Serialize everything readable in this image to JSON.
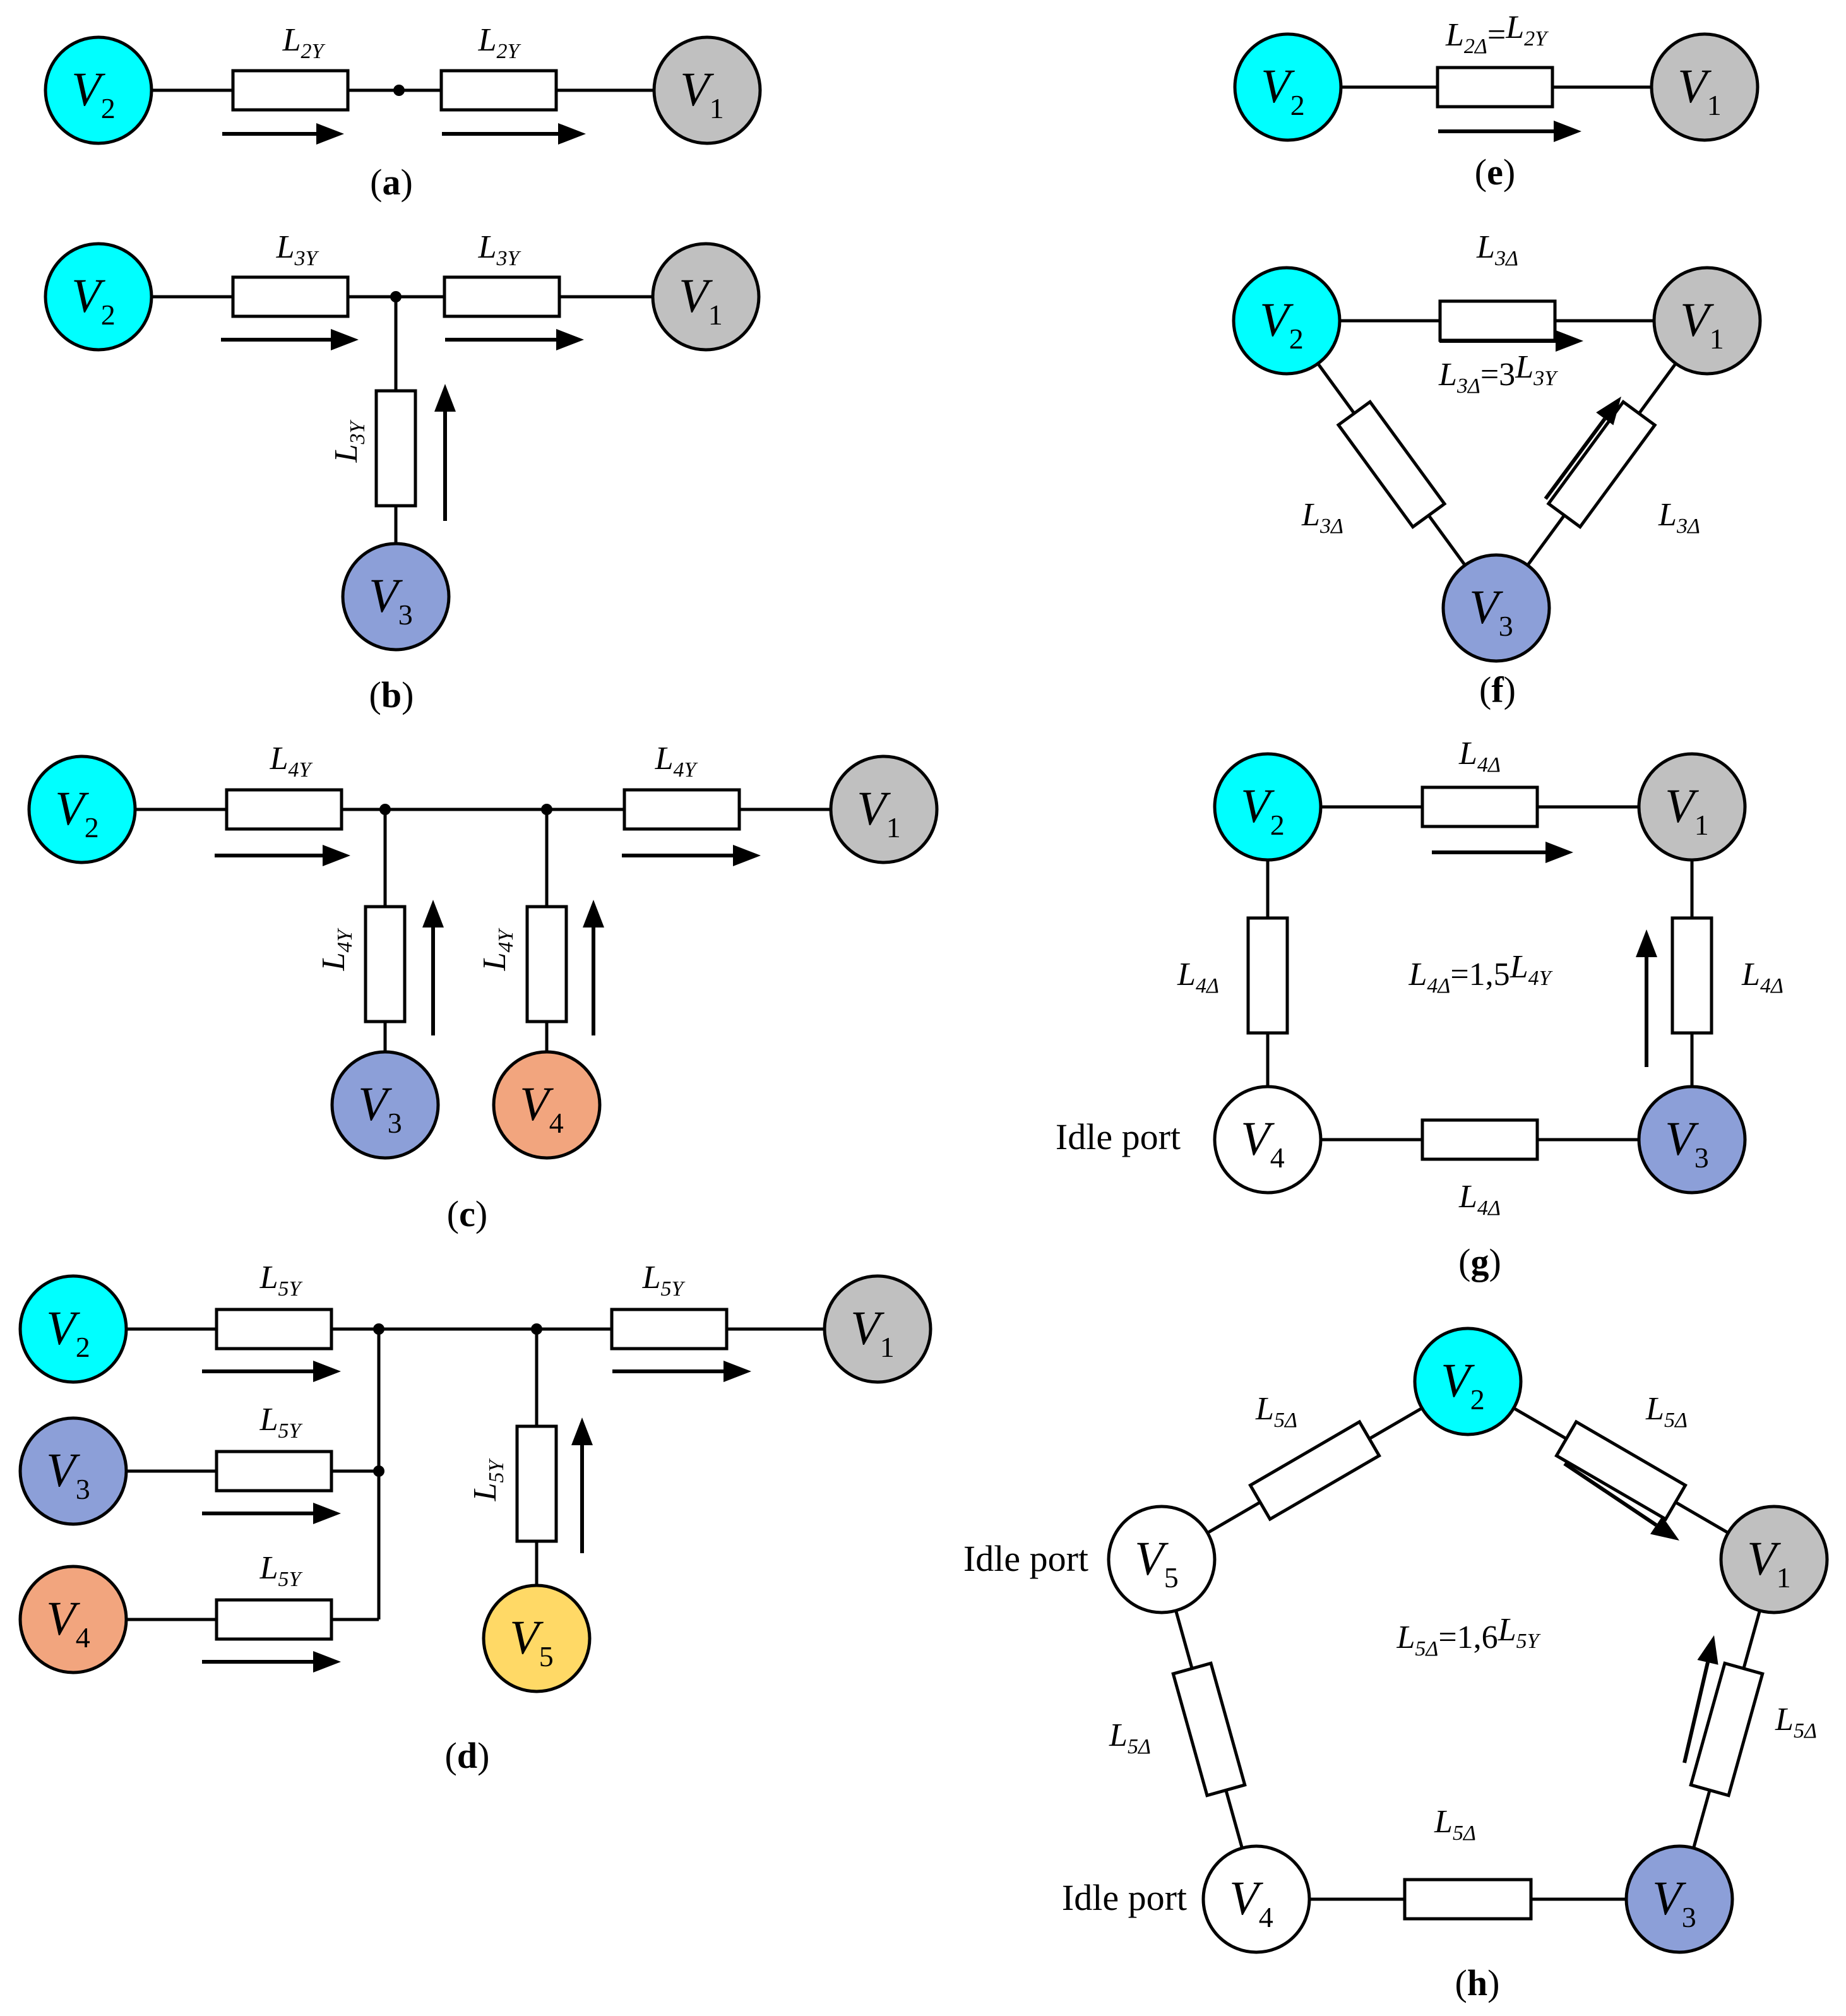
{
  "colors": {
    "V1": "#c0c0c0",
    "V2": "#00ffff",
    "V3": "#8c9fd8",
    "V4": "#f2a57e",
    "V5": "#ffd966",
    "idle": "#ffffff"
  },
  "nodes": {
    "V1": {
      "base": "V",
      "sub": "1"
    },
    "V2": {
      "base": "V",
      "sub": "2"
    },
    "V3": {
      "base": "V",
      "sub": "3"
    },
    "V4": {
      "base": "V",
      "sub": "4"
    },
    "V5": {
      "base": "V",
      "sub": "5"
    }
  },
  "labels": {
    "L2Y": {
      "base": "L",
      "sub": "2Y"
    },
    "L3Y": {
      "base": "L",
      "sub": "3Y"
    },
    "L4Y": {
      "base": "L",
      "sub": "4Y"
    },
    "L5Y": {
      "base": "L",
      "sub": "5Y"
    },
    "L3D": {
      "base": "L",
      "sub": "3Δ"
    },
    "L4D": {
      "base": "L",
      "sub": "4Δ"
    },
    "L5D": {
      "base": "L",
      "sub": "5Δ"
    }
  },
  "equations": {
    "e": [
      {
        "base": "L",
        "sub": "2Δ"
      },
      {
        "text": "="
      },
      {
        "base": "L",
        "sub": "2Y"
      }
    ],
    "f": [
      {
        "base": "L",
        "sub": "3Δ"
      },
      {
        "text": "=3"
      },
      {
        "base": "L",
        "sub": "3Y"
      }
    ],
    "g": [
      {
        "base": "L",
        "sub": "4Δ"
      },
      {
        "text": "=1,5"
      },
      {
        "base": "L",
        "sub": "4Y"
      }
    ],
    "h": [
      {
        "base": "L",
        "sub": "5Δ"
      },
      {
        "text": "=1,6"
      },
      {
        "base": "L",
        "sub": "5Y"
      }
    ]
  },
  "idle_label": "Idle port",
  "captions": {
    "a": {
      "open": "(",
      "letter": "a",
      "close": ")"
    },
    "b": {
      "open": "(",
      "letter": "b",
      "close": ")"
    },
    "c": {
      "open": "(",
      "letter": "c",
      "close": ")"
    },
    "d": {
      "open": "(",
      "letter": "d",
      "close": ")"
    },
    "e": {
      "open": "(",
      "letter": "e",
      "close": ")"
    },
    "f": {
      "open": "(",
      "letter": "f",
      "close": ")"
    },
    "g": {
      "open": "(",
      "letter": "g",
      "close": ")"
    },
    "h": {
      "open": "(",
      "letter": "h",
      "close": ")"
    }
  }
}
